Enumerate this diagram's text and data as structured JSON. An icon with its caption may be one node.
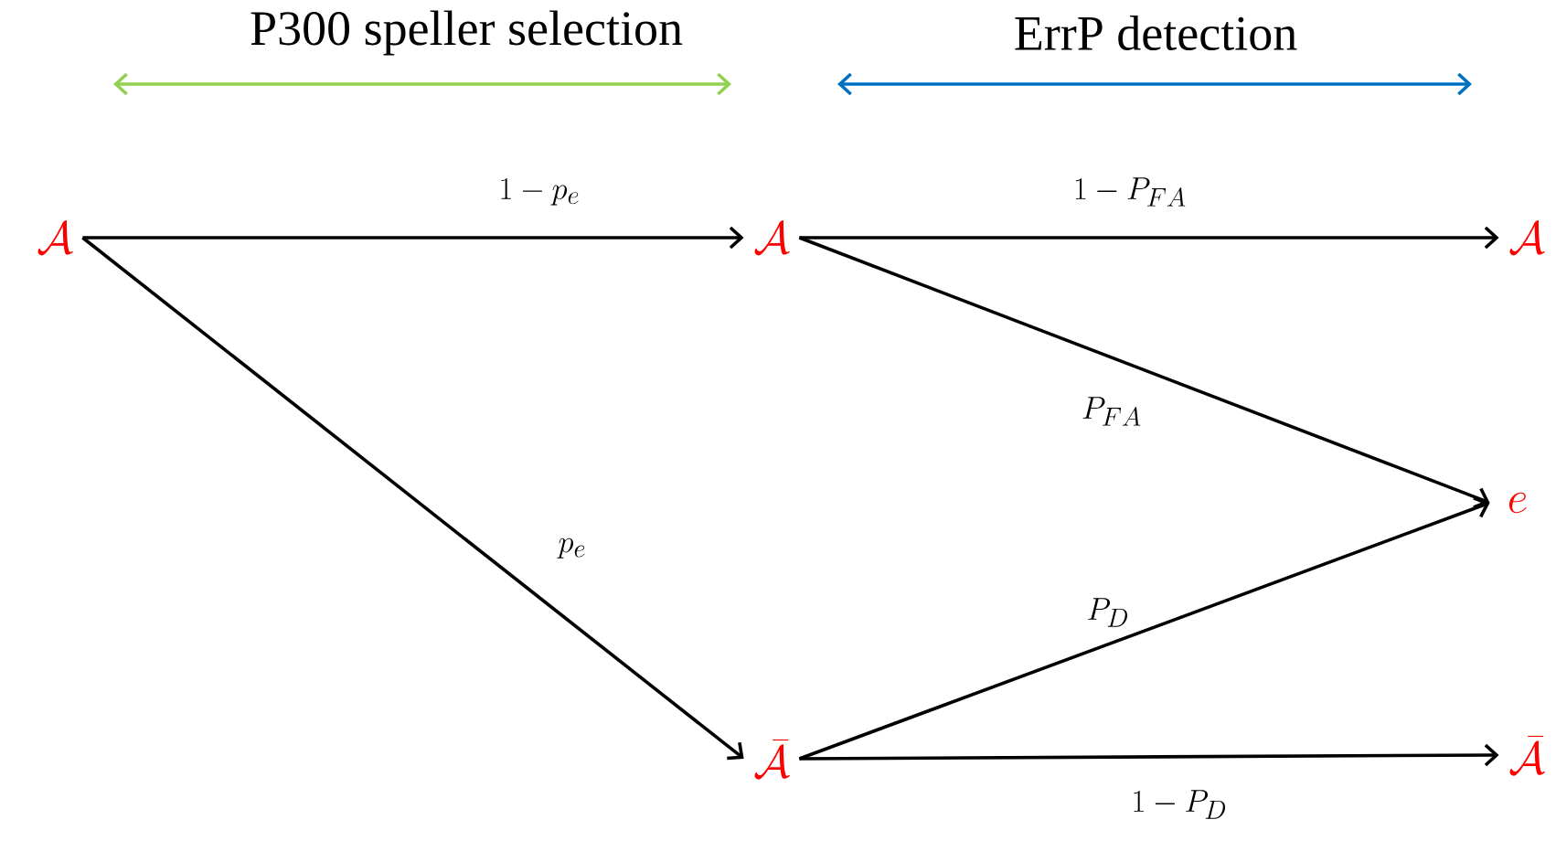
{
  "diagram": {
    "nodes": [
      {
        "text": [
          "\\mathcal{A}"
        ]
      },
      {
        "text": [
          "\\mathcal{A}"
        ]
      },
      {
        "text": [
          "\\bar{\\mathcal{A}}"
        ]
      },
      {
        "text": [
          "\\mathcal{A}"
        ]
      },
      {
        "text": [
          "e"
        ]
      },
      {
        "text": [
          "\\bar{\\mathcal{A}}"
        ]
      }
    ],
    "edges": [
      {
        "from": 0,
        "to": 1,
        "arrow": "to",
        "label": "1-p_e"
      },
      {
        "from": 0,
        "to": 2,
        "arrow": "to",
        "label": "p_e"
      },
      {
        "from": 1,
        "to": 3,
        "arrow": "to",
        "label": "1-P_{FA}"
      },
      {
        "from": 1,
        "to": 4,
        "arrow": "to",
        "label": "P_{FA}"
      },
      {
        "from": 2,
        "to": 4,
        "arrow": "to",
        "label": "P_D"
      },
      {
        "from": 2,
        "to": 5,
        "arrow": "to",
        "label": "1-P_D"
      }
    ],
    "labels": [
      "P300 speller selection",
      "ErrP detection"
    ]
  }
}
